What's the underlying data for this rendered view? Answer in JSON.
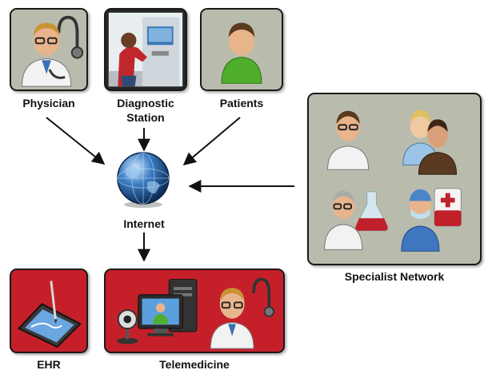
{
  "nodes": {
    "physician": "Physician",
    "diagnostic_station_line1": "Diagnostic",
    "diagnostic_station_line2": "Station",
    "patients": "Patients",
    "internet": "Internet",
    "specialist_network": "Specialist Network",
    "ehr": "EHR",
    "telemedicine": "Telemedicine"
  },
  "colors": {
    "tile_gray": "#b9bcad",
    "tile_red": "#c5202a",
    "arrow": "#111111"
  },
  "icons": {
    "physician": "doctor-with-stethoscope-icon",
    "diagnostic_station": "person-at-kiosk-photo",
    "patients": "patient-user-icon",
    "internet": "globe-icon",
    "specialists": [
      "doctor-icon",
      "user-group-icon",
      "lab-doctor-flask-icon",
      "surgeon-blood-bag-icon"
    ],
    "ehr": "tablet-stylus-icon",
    "telemedicine": "webcam-computer-doctor-icon"
  }
}
